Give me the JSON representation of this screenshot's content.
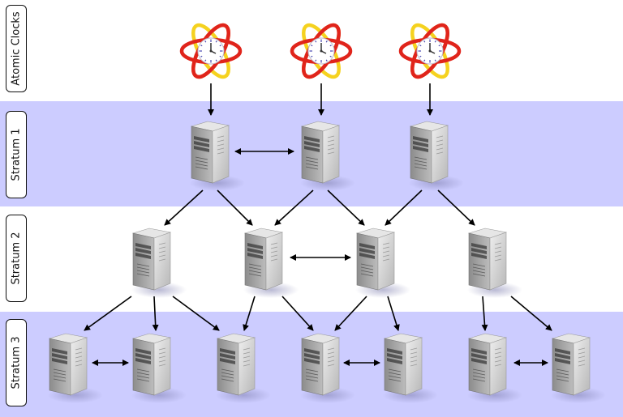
{
  "tiers": [
    {
      "id": "atomic",
      "label": "Atomic Clocks"
    },
    {
      "id": "stratum1",
      "label": "Stratum 1"
    },
    {
      "id": "stratum2",
      "label": "Stratum 2"
    },
    {
      "id": "stratum3",
      "label": "Stratum 3"
    }
  ],
  "nodes": [
    {
      "id": "clock-1",
      "tier": "atomic",
      "kind": "atomic-clock-icon"
    },
    {
      "id": "clock-2",
      "tier": "atomic",
      "kind": "atomic-clock-icon"
    },
    {
      "id": "clock-3",
      "tier": "atomic",
      "kind": "atomic-clock-icon"
    },
    {
      "id": "s1-a",
      "tier": "stratum1",
      "kind": "server-icon"
    },
    {
      "id": "s1-b",
      "tier": "stratum1",
      "kind": "server-icon"
    },
    {
      "id": "s1-c",
      "tier": "stratum1",
      "kind": "server-icon"
    },
    {
      "id": "s2-a",
      "tier": "stratum2",
      "kind": "server-icon"
    },
    {
      "id": "s2-b",
      "tier": "stratum2",
      "kind": "server-icon"
    },
    {
      "id": "s2-c",
      "tier": "stratum2",
      "kind": "server-icon"
    },
    {
      "id": "s2-d",
      "tier": "stratum2",
      "kind": "server-icon"
    },
    {
      "id": "s3-a",
      "tier": "stratum3",
      "kind": "server-icon"
    },
    {
      "id": "s3-b",
      "tier": "stratum3",
      "kind": "server-icon"
    },
    {
      "id": "s3-c",
      "tier": "stratum3",
      "kind": "server-icon"
    },
    {
      "id": "s3-d",
      "tier": "stratum3",
      "kind": "server-icon"
    },
    {
      "id": "s3-e",
      "tier": "stratum3",
      "kind": "server-icon"
    },
    {
      "id": "s3-f",
      "tier": "stratum3",
      "kind": "server-icon"
    },
    {
      "id": "s3-g",
      "tier": "stratum3",
      "kind": "server-icon"
    }
  ],
  "edges": [
    {
      "from": "clock-1",
      "to": "s1-a",
      "bidirectional": false
    },
    {
      "from": "clock-2",
      "to": "s1-b",
      "bidirectional": false
    },
    {
      "from": "clock-3",
      "to": "s1-c",
      "bidirectional": false
    },
    {
      "from": "s1-a",
      "to": "s1-b",
      "bidirectional": true
    },
    {
      "from": "s1-a",
      "to": "s2-a",
      "bidirectional": false
    },
    {
      "from": "s1-a",
      "to": "s2-b",
      "bidirectional": false
    },
    {
      "from": "s1-b",
      "to": "s2-b",
      "bidirectional": false
    },
    {
      "from": "s1-b",
      "to": "s2-c",
      "bidirectional": false
    },
    {
      "from": "s1-c",
      "to": "s2-c",
      "bidirectional": false
    },
    {
      "from": "s1-c",
      "to": "s2-d",
      "bidirectional": false
    },
    {
      "from": "s2-b",
      "to": "s2-c",
      "bidirectional": true
    },
    {
      "from": "s2-a",
      "to": "s3-a",
      "bidirectional": false
    },
    {
      "from": "s2-a",
      "to": "s3-b",
      "bidirectional": false
    },
    {
      "from": "s2-a",
      "to": "s3-c",
      "bidirectional": false
    },
    {
      "from": "s2-b",
      "to": "s3-c",
      "bidirectional": false
    },
    {
      "from": "s2-b",
      "to": "s3-d",
      "bidirectional": false
    },
    {
      "from": "s2-c",
      "to": "s3-d",
      "bidirectional": false
    },
    {
      "from": "s2-c",
      "to": "s3-e",
      "bidirectional": false
    },
    {
      "from": "s2-d",
      "to": "s3-f",
      "bidirectional": false
    },
    {
      "from": "s2-d",
      "to": "s3-g",
      "bidirectional": false
    },
    {
      "from": "s3-a",
      "to": "s3-b",
      "bidirectional": true
    },
    {
      "from": "s3-d",
      "to": "s3-e",
      "bidirectional": true
    },
    {
      "from": "s3-f",
      "to": "s3-g",
      "bidirectional": true
    }
  ],
  "colors": {
    "band_shaded": "#ccccff",
    "arrow": "#000000",
    "server_light": "#d4d4d4",
    "server_dark": "#8c8c8c",
    "clock_ring_red": "#e0241b",
    "clock_ring_orange": "#f28a1c",
    "clock_ring_yellow": "#f5d21f",
    "clock_face": "#ffffff",
    "clock_ticks": "#4a4ab0"
  }
}
